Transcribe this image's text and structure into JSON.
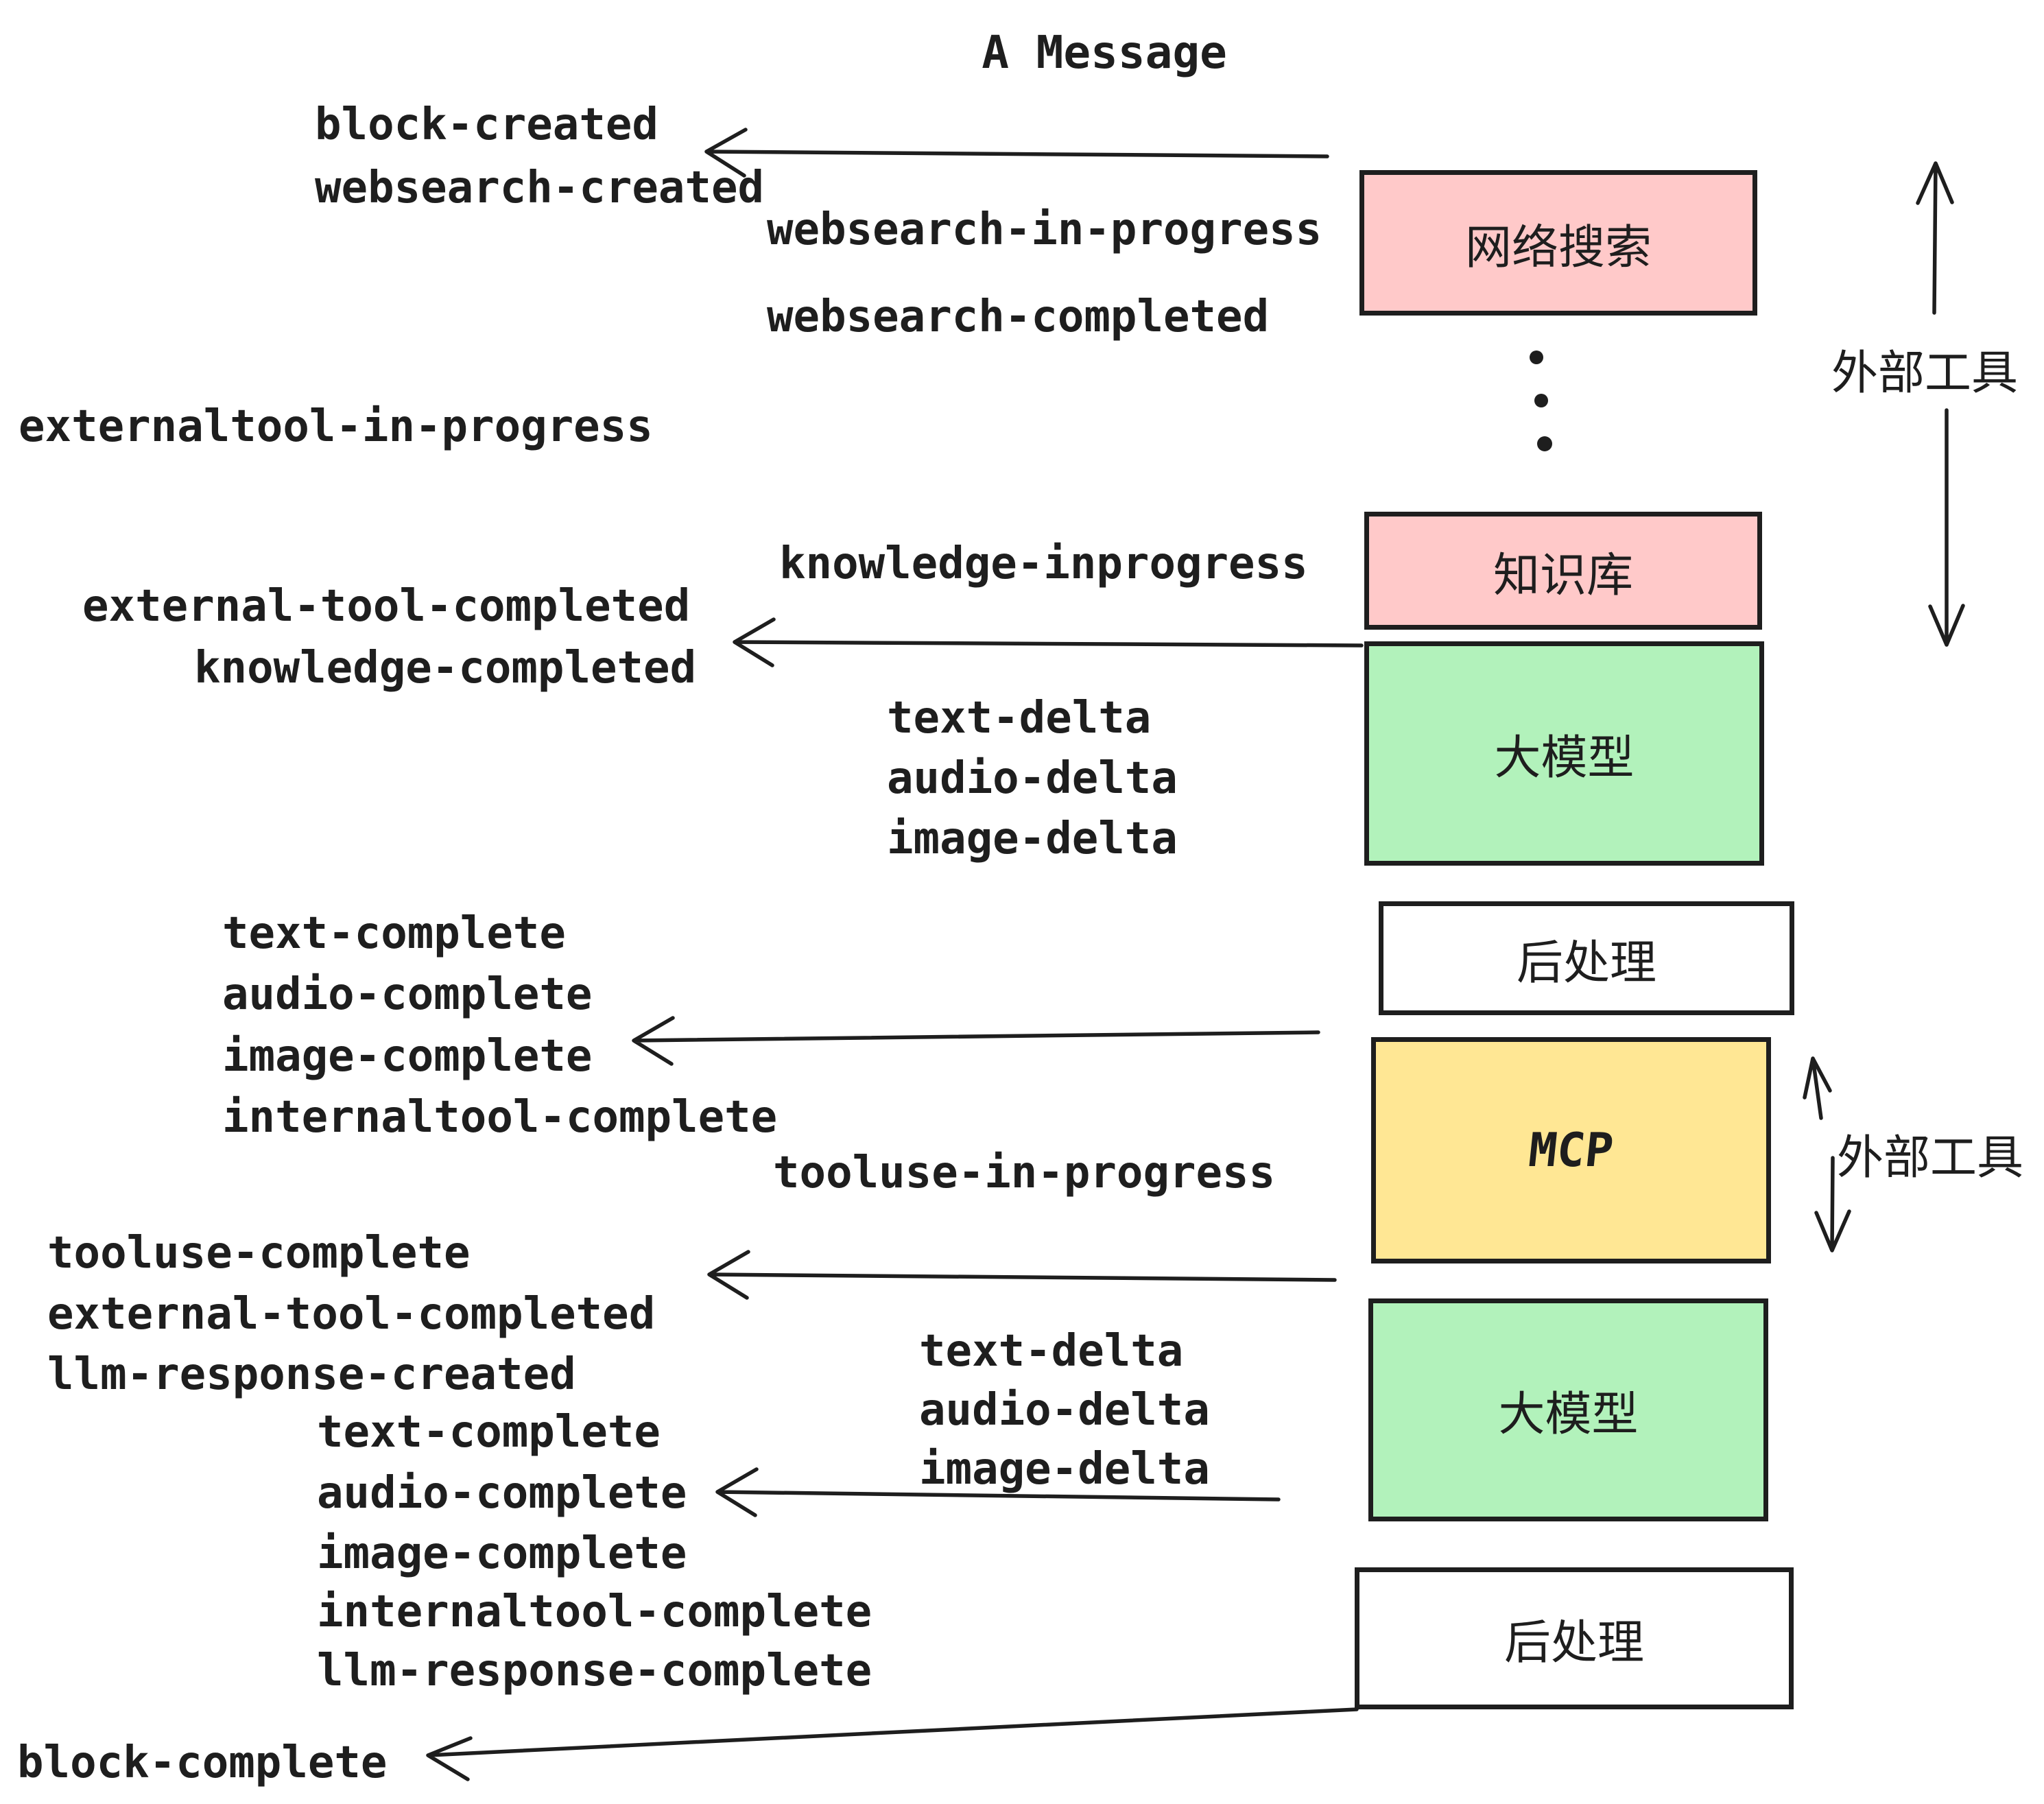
{
  "title": "A Message",
  "events": {
    "block_created": "block-created",
    "websearch_created": "websearch-created",
    "websearch_in_progress": "websearch-in-progress",
    "websearch_completed": "websearch-completed",
    "externaltool_in_progress": "externaltool-in-progress",
    "knowledge_inprogress": "knowledge-inprogress",
    "external_tool_completed": "external-tool-completed",
    "knowledge_completed": "knowledge-completed",
    "text_delta": "text-delta",
    "audio_delta": "audio-delta",
    "image_delta": "image-delta",
    "text_complete": "text-complete",
    "audio_complete": "audio-complete",
    "image_complete": "image-complete",
    "internaltool_complete": "internaltool-complete",
    "tooluse_in_progress": "tooluse-in-progress",
    "tooluse_complete": "tooluse-complete",
    "llm_response_created": "llm-response-created",
    "llm_response_complete": "llm-response-complete",
    "block_complete": "block-complete"
  },
  "boxes": {
    "websearch": {
      "label": "网络搜索",
      "fill": "#ffc9c9"
    },
    "knowledge": {
      "label": "知识库",
      "fill": "#ffc9c9"
    },
    "llm1": {
      "label": "大模型",
      "fill": "#b2f2bb"
    },
    "post1": {
      "label": "后处理",
      "fill": "#ffffff"
    },
    "mcp": {
      "label": "MCP",
      "fill": "#ffe794"
    },
    "llm2": {
      "label": "大模型",
      "fill": "#b2f2bb"
    },
    "post2": {
      "label": "后处理",
      "fill": "#ffffff"
    }
  },
  "side_labels": {
    "external_tools_top": "外部工具",
    "external_tools_bottom": "外部工具"
  },
  "colors": {
    "stroke": "#1e1e1e",
    "pink": "#ffc9c9",
    "green": "#b2f2bb",
    "yellow": "#ffe794",
    "white": "#ffffff"
  }
}
